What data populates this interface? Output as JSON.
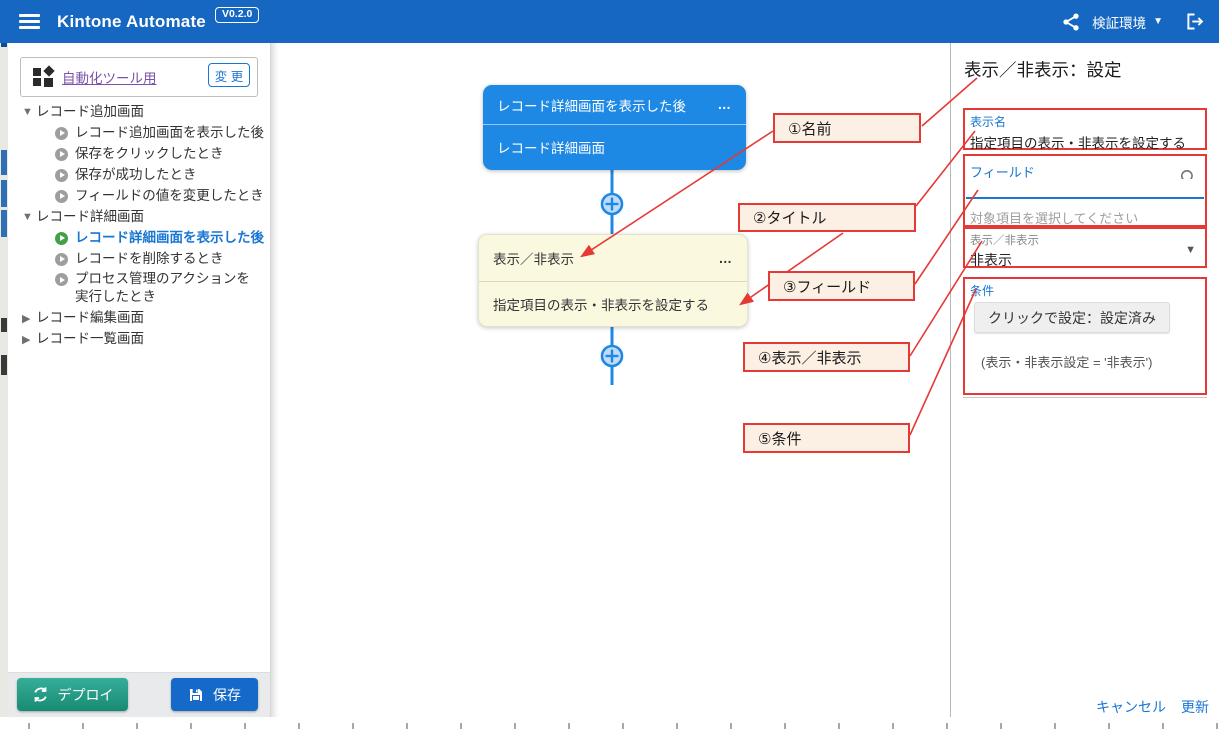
{
  "header": {
    "title": "Kintone Automate",
    "version_badge": "V0.2.0",
    "environment": "検証環境"
  },
  "sidebar": {
    "app": {
      "name": "自動化ツール用",
      "change_button": "変 更"
    },
    "tree": [
      {
        "label": "レコード追加画面"
      },
      {
        "label": "レコード追加画面を表示した後"
      },
      {
        "label": "保存をクリックしたとき"
      },
      {
        "label": "保存が成功したとき"
      },
      {
        "label": "フィールドの値を変更したとき"
      },
      {
        "label": "レコード詳細画面"
      },
      {
        "label": "レコード詳細画面を表示した後"
      },
      {
        "label": "レコードを削除するとき"
      },
      {
        "label": "プロセス管理のアクションを実行したとき"
      },
      {
        "label": "レコード編集画面"
      },
      {
        "label": "レコード一覧画面"
      }
    ],
    "deploy_button": "デプロイ",
    "save_button": "保存"
  },
  "canvas": {
    "menu_icon": "…",
    "trigger_node": {
      "title": "レコード詳細画面を表示した後",
      "subtitle": "レコード詳細画面"
    },
    "action_node": {
      "title": "表示／非表示",
      "subtitle": "指定項目の表示・非表示を設定する"
    }
  },
  "annotations": [
    {
      "label": "①名前"
    },
    {
      "label": "②タイトル"
    },
    {
      "label": "③フィールド"
    },
    {
      "label": "④表示／非表示"
    },
    {
      "label": "⑤条件"
    }
  ],
  "panel": {
    "title": "表示／非表示：設定",
    "display_name": {
      "label": "表示名",
      "value": "指定項目の表示・非表示を設定する"
    },
    "field": {
      "label": "フィールド",
      "helper": "対象項目を選択してください"
    },
    "visibility": {
      "label": "表示／非表示",
      "value": "非表示"
    },
    "condition": {
      "label": "条件",
      "button": "クリックで設定：設定済み",
      "expression": "(表示・非表示設定 = '非表示')"
    },
    "cancel": "キャンセル",
    "update": "更新"
  },
  "colors": {
    "header_blue": "#1667C1",
    "node_blue": "#1E88E5",
    "node_yellow": "#FBF8E0",
    "accent_blue": "#1976D2",
    "annotation_red": "#E53935",
    "deploy_green": "#23A186",
    "selected_green": "#43A047"
  }
}
